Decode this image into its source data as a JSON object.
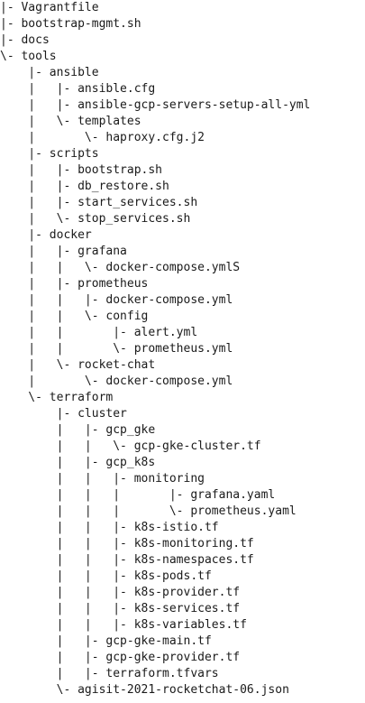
{
  "tree": {
    "lines": [
      "|- Vagrantfile",
      "|- bootstrap-mgmt.sh",
      "|- docs",
      "\\- tools",
      "    |- ansible",
      "    |   |- ansible.cfg",
      "    |   |- ansible-gcp-servers-setup-all-yml",
      "    |   \\- templates",
      "    |       \\- haproxy.cfg.j2",
      "    |- scripts",
      "    |   |- bootstrap.sh",
      "    |   |- db_restore.sh",
      "    |   |- start_services.sh",
      "    |   \\- stop_services.sh",
      "    |- docker",
      "    |   |- grafana",
      "    |   |   \\- docker-compose.ymlS",
      "    |   |- prometheus",
      "    |   |   |- docker-compose.yml",
      "    |   |   \\- config",
      "    |   |       |- alert.yml",
      "    |   |       \\- prometheus.yml",
      "    |   \\- rocket-chat",
      "    |       \\- docker-compose.yml",
      "    \\- terraform",
      "        |- cluster",
      "        |   |- gcp_gke",
      "        |   |   \\- gcp-gke-cluster.tf",
      "        |   |- gcp_k8s",
      "        |   |   |- monitoring",
      "        |   |   |       |- grafana.yaml",
      "        |   |   |       \\- prometheus.yaml",
      "        |   |   |- k8s-istio.tf",
      "        |   |   |- k8s-monitoring.tf",
      "        |   |   |- k8s-namespaces.tf",
      "        |   |   |- k8s-pods.tf",
      "        |   |   |- k8s-provider.tf",
      "        |   |   |- k8s-services.tf",
      "        |   |   |- k8s-variables.tf",
      "        |   |- gcp-gke-main.tf",
      "        |   |- gcp-gke-provider.tf",
      "        |   |- terraform.tfvars",
      "        \\- agisit-2021-rocketchat-06.json"
    ]
  }
}
